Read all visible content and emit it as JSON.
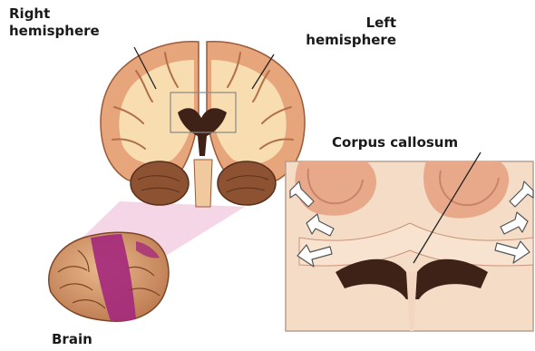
{
  "labels": {
    "right_hemisphere_line1": "Right",
    "right_hemisphere_line2": "hemisphere",
    "left_hemisphere_line1": "Left",
    "left_hemisphere_line2": "hemisphere",
    "corpus_callosum": "Corpus callosum",
    "brain": "Brain"
  },
  "colors": {
    "background": "#ffffff",
    "cortex": "#e7a57b",
    "white_matter": "#f8ddb1",
    "ventricle": "#3e2218",
    "cerebellum": "#8c5232",
    "brain_magenta": "#a52a7c",
    "zoom_panel": "#f4dcc6",
    "zoom_beam": "#f0c4dc"
  },
  "icons": [
    "arrow-icon"
  ]
}
